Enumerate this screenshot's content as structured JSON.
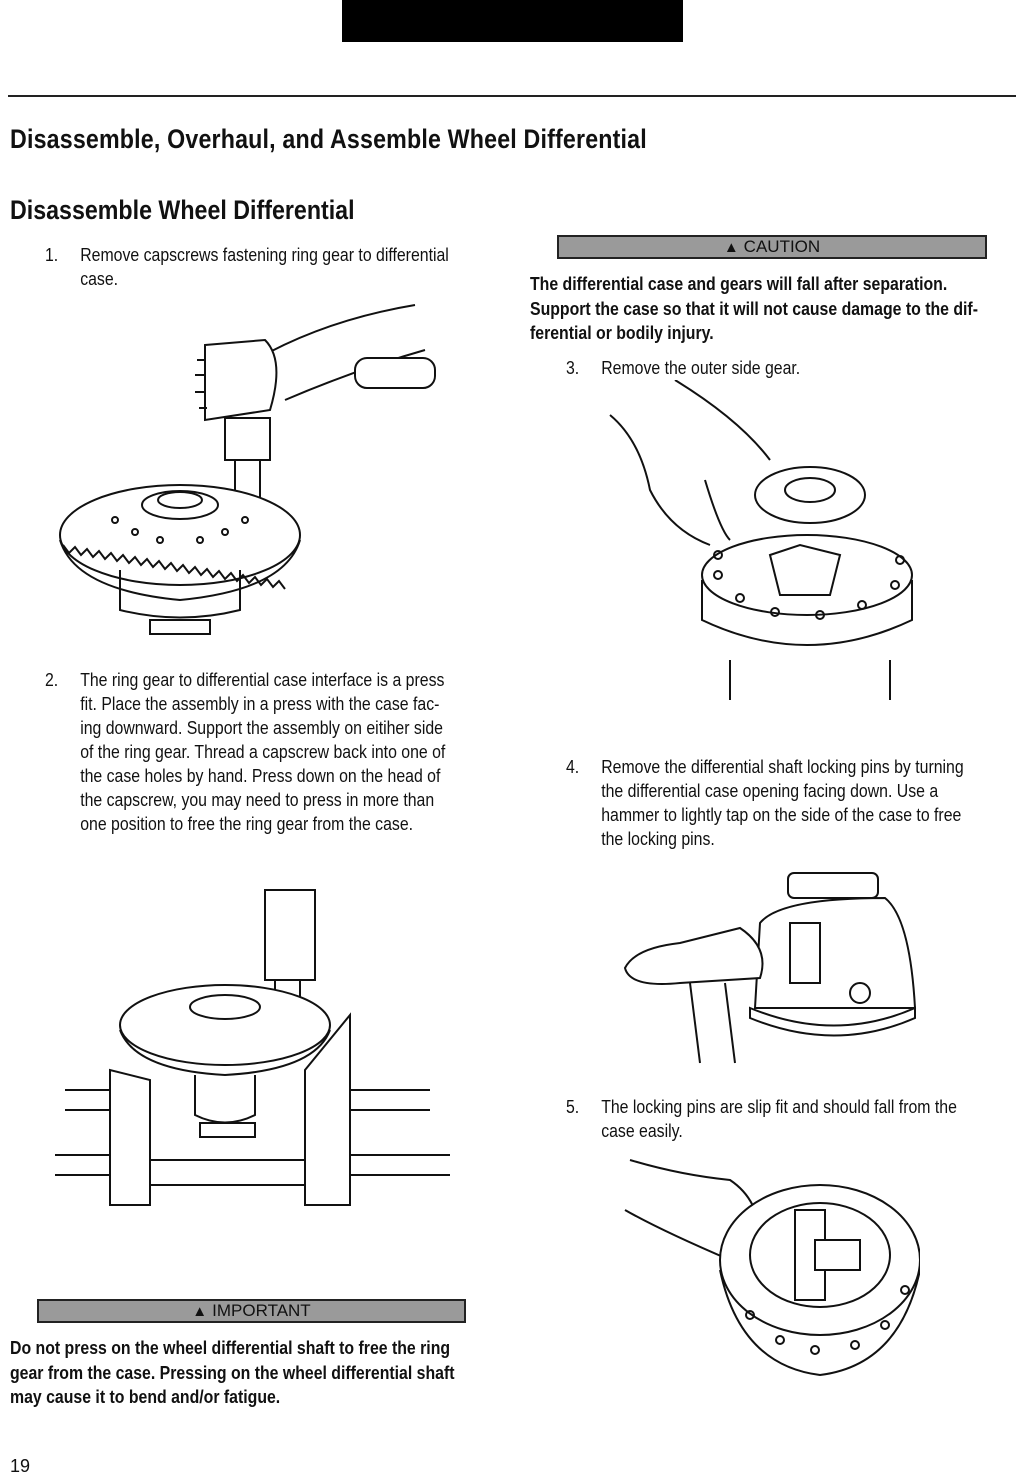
{
  "page": {
    "title": "Disassemble, Overhaul, and Assemble Wheel Differential",
    "section": "Disassemble Wheel Differential",
    "page_number": "19"
  },
  "steps": [
    {
      "num": "1.",
      "lines": [
        "Remove capscrews fastening ring gear to differential",
        "case."
      ]
    },
    {
      "num": "2.",
      "lines": [
        "The ring gear to differential case interface is a press",
        "fit. Place the assembly in a press with the case fac-",
        "ing downward. Support the assembly on eitiher side",
        "of the ring gear. Thread a capscrew back into one of",
        "the case holes by hand. Press down on the head of",
        "the capscrew, you may need to press in more than",
        "one position to free the ring gear from the case."
      ]
    },
    {
      "num": "3.",
      "lines": [
        "Remove the outer side gear."
      ]
    },
    {
      "num": "4.",
      "lines": [
        "Remove the differential shaft locking pins by turning",
        "the differential case opening facing down. Use a",
        "hammer to lightly tap on the side of the case to free",
        "the locking pins."
      ]
    },
    {
      "num": "5.",
      "lines": [
        "The locking pins are slip fit and should fall from the",
        "case easily."
      ]
    }
  ],
  "important": {
    "label": "IMPORTANT",
    "lines": [
      "Do not press on the wheel differential shaft to free the ring",
      "gear from the case. Pressing on the wheel differential shaft",
      "may cause it to bend and/or fatigue."
    ]
  },
  "caution": {
    "label": "CAUTION",
    "lines": [
      "The differential case and gears will fall after separation.",
      "Support the case so that it will not cause damage to the dif-",
      "ferential or bodily injury."
    ]
  },
  "icons": {
    "warning": "warning-triangle-icon"
  }
}
